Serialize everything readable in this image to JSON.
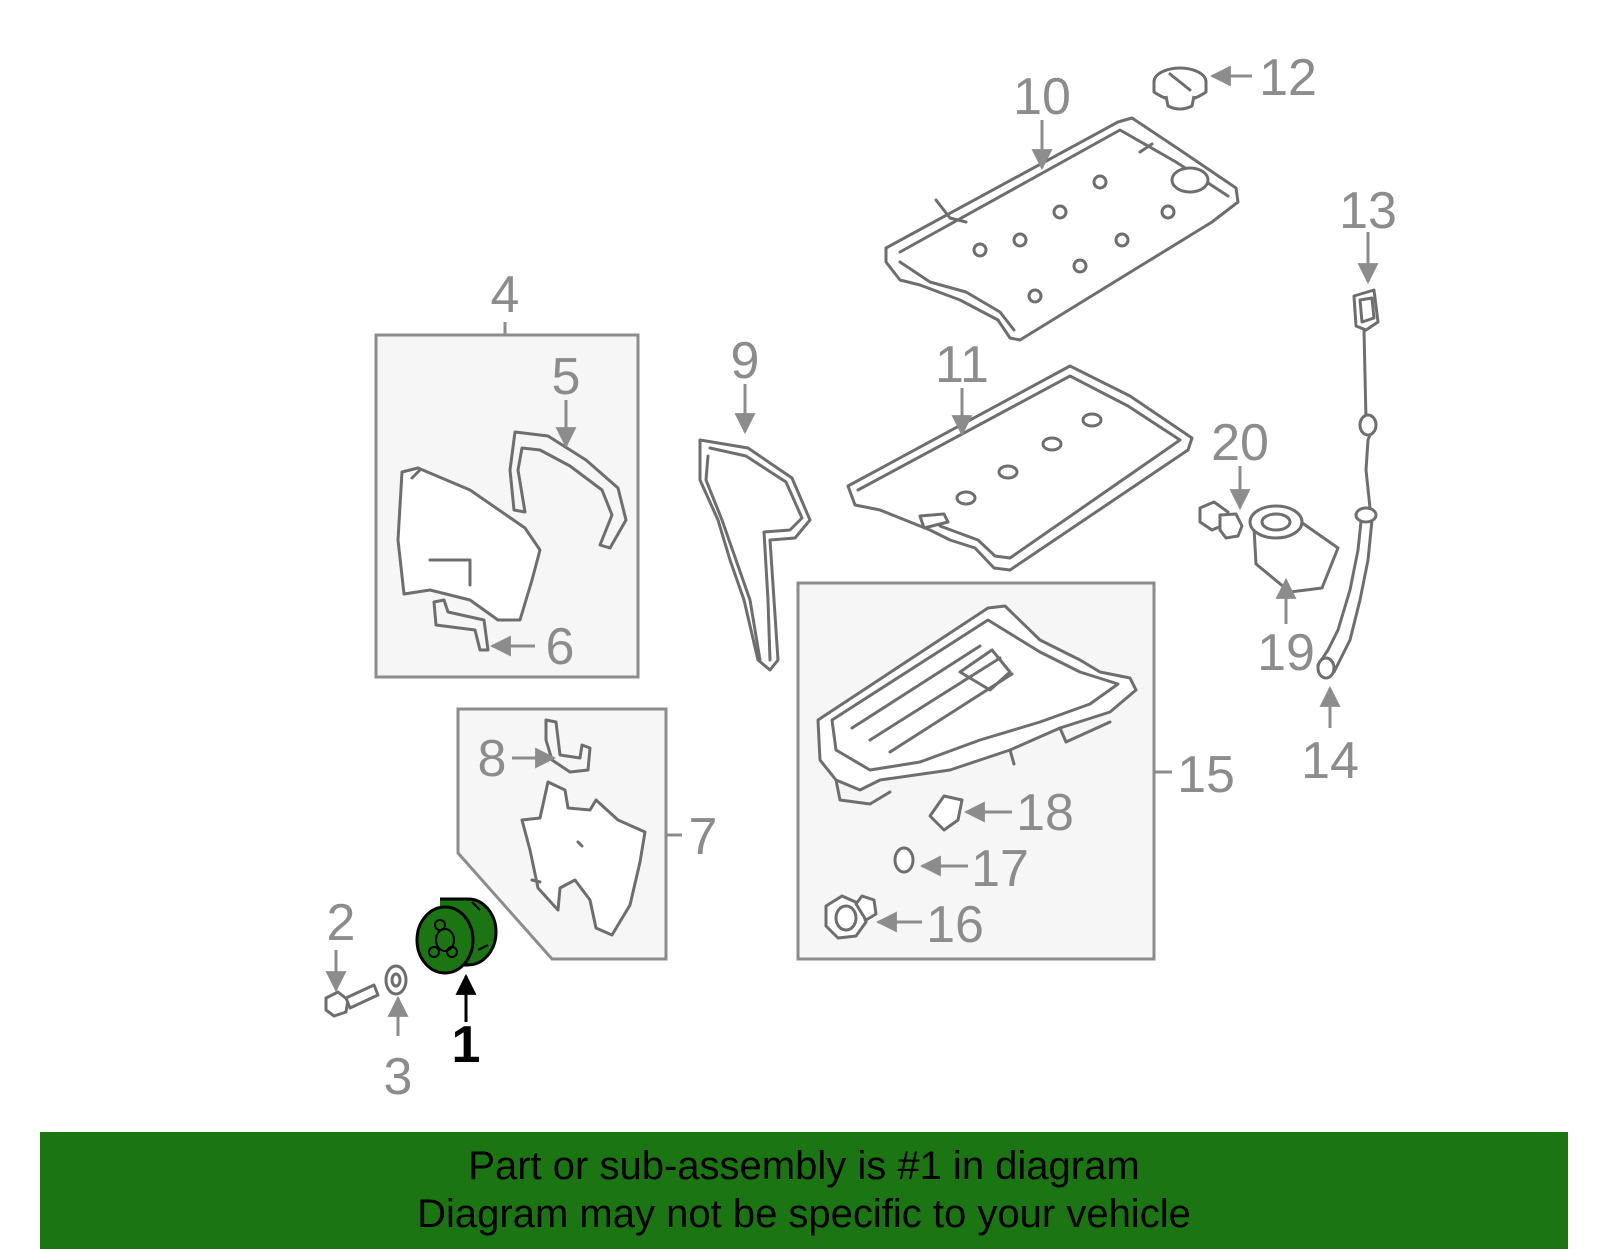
{
  "diagram": {
    "selected_part": "1",
    "callouts": [
      "1",
      "2",
      "3",
      "4",
      "5",
      "6",
      "7",
      "8",
      "9",
      "10",
      "11",
      "12",
      "13",
      "14",
      "15",
      "16",
      "17",
      "18",
      "19",
      "20"
    ]
  },
  "banner": {
    "line1": "Part or sub-assembly is #1 in diagram",
    "line2": "Diagram may not be specific to your vehicle"
  },
  "colors": {
    "highlight": "#1a7512",
    "line": "#6e6e6e",
    "label": "#8c8c8c",
    "box_fill": "#f6f6f6"
  }
}
